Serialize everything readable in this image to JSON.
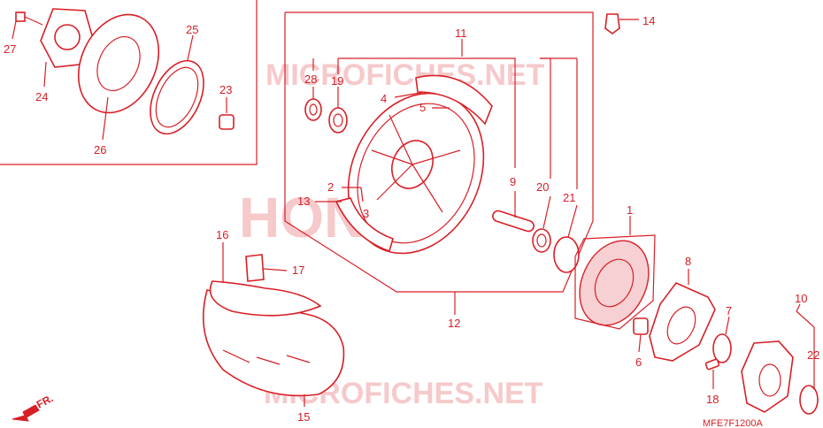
{
  "diagram": {
    "code": "MFE7F1200A",
    "direction_label": "FR.",
    "watermarks": [
      "MICROFICHES.NET",
      "HONDA",
      "MICROFICHES.NET"
    ],
    "callouts": [
      "1",
      "2",
      "3",
      "4",
      "5",
      "6",
      "7",
      "8",
      "9",
      "10",
      "11",
      "12",
      "13",
      "14",
      "15",
      "16",
      "17",
      "18",
      "19",
      "20",
      "21",
      "22",
      "23",
      "24",
      "25",
      "26",
      "27",
      "28"
    ]
  },
  "colors": {
    "line": "#d81f26",
    "watermark": "#f6c9cb"
  }
}
